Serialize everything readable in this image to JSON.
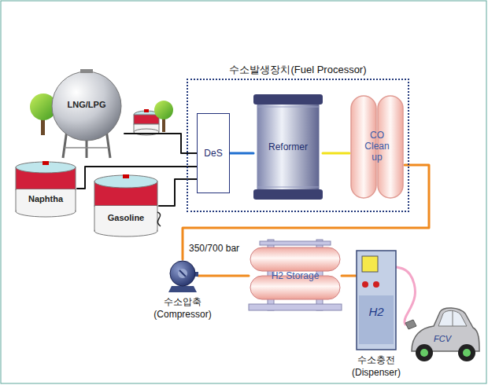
{
  "diagram": {
    "nodes": [
      {
        "text": [
          "수소발생장치(Fuel Processor)"
        ]
      },
      {
        "text": [
          "DeS"
        ],
        "in": 0
      },
      {
        "text": [
          "Reformer"
        ],
        "in": 0
      },
      {
        "text": [
          "CO Clean up"
        ],
        "in": 0
      },
      {
        "text": [
          "LNG/LPG"
        ]
      },
      {
        "text": [
          "Naphtha"
        ]
      },
      {
        "text": [
          "Gasoline"
        ]
      },
      {
        "text": [
          "수소압축 (Compressor)"
        ]
      },
      {
        "text": [
          "H2 Storage"
        ]
      },
      {
        "text": [
          "H2",
          "수소충전 (Dispenser)"
        ]
      },
      {
        "text": [
          "FCV"
        ]
      }
    ],
    "edges": [
      {
        "from": 4,
        "to": 1,
        "arrow": "none"
      },
      {
        "from": 5,
        "to": 1,
        "arrow": "none"
      },
      {
        "from": 6,
        "to": 1,
        "arrow": "none"
      },
      {
        "from": 1,
        "to": 2,
        "arrow": "none"
      },
      {
        "from": 2,
        "to": 3,
        "arrow": "none"
      },
      {
        "from": 3,
        "to": 7,
        "arrow": "none"
      },
      {
        "from": 7,
        "to": 8,
        "arrow": "none"
      },
      {
        "from": 8,
        "to": 9,
        "arrow": "none"
      },
      {
        "from": 9,
        "to": 10,
        "arrow": "none"
      }
    ],
    "labels": [
      "350/700 bar"
    ]
  }
}
